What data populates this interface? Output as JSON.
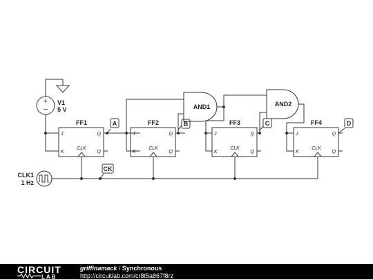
{
  "source": {
    "label": "V1",
    "value": "5 V",
    "plus": "+",
    "minus": "−"
  },
  "clock": {
    "label": "CLK1",
    "value": "1 Hz",
    "net_label": "CK"
  },
  "flipflops": [
    {
      "name": "FF1",
      "j": "J",
      "k": "K",
      "q": "Q",
      "qbar": "Q",
      "clk": "CLK"
    },
    {
      "name": "FF2",
      "j": "J",
      "k": "K",
      "q": "Q",
      "qbar": "Q",
      "clk": "CLK"
    },
    {
      "name": "FF3",
      "j": "J",
      "k": "K",
      "q": "Q",
      "qbar": "Q",
      "clk": "CLK"
    },
    {
      "name": "FF4",
      "j": "J",
      "k": "K",
      "q": "Q",
      "qbar": "Q",
      "clk": "CLK"
    }
  ],
  "gates": [
    {
      "name": "AND1"
    },
    {
      "name": "AND2"
    }
  ],
  "outputs": [
    "A",
    "B",
    "C",
    "D"
  ],
  "footer": {
    "logo_top": "CIRCUIT",
    "logo_bottom": "LAB",
    "author": "griffinamack",
    "separator": " / ",
    "title": "Synchronous",
    "url": "http://circuitlab.com/cr8t5a867f8rz"
  }
}
